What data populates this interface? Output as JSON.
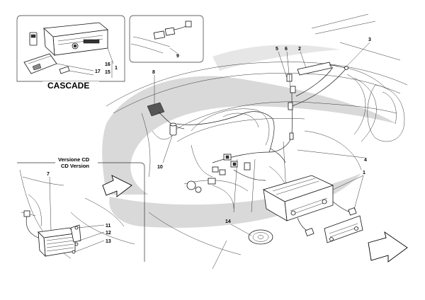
{
  "inset_top_left": {
    "title": "CASCADE",
    "callouts": [
      "16",
      "1",
      "15",
      "17"
    ]
  },
  "inset_top_mid": {
    "callouts": [
      "9"
    ]
  },
  "inset_bottom_left": {
    "title_it": "Versione CD",
    "title_en": "CD Version",
    "callouts": [
      "7",
      "11",
      "12",
      "13"
    ]
  },
  "main": {
    "callouts": [
      "5",
      "6",
      "2",
      "3",
      "8",
      "10",
      "4",
      "1",
      "14"
    ]
  },
  "colors": {
    "watermark": "#d9d9d9",
    "line": "#222222"
  }
}
